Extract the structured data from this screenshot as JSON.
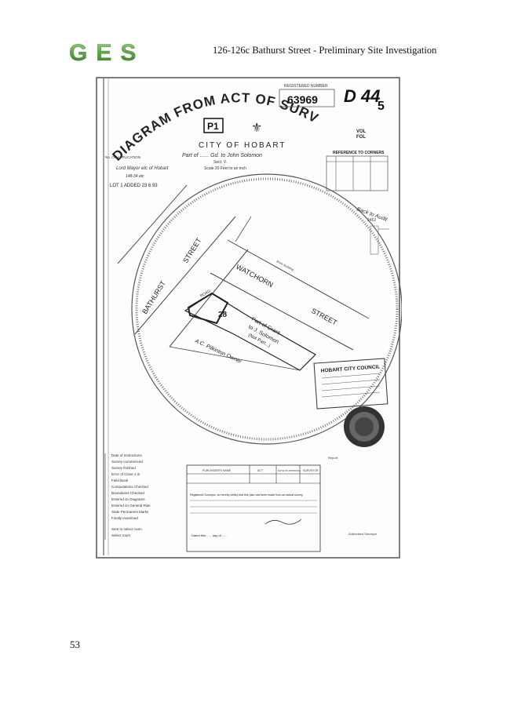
{
  "header": {
    "logo_text": "GES",
    "title": "126-126c Bathurst Street -  Preliminary Site Investigation"
  },
  "footer": {
    "page_number": "53"
  },
  "scan": {
    "heading": "DIAGRAM FROM ACT OF SURVEY",
    "registered_number_label": "REGISTERED NUMBER",
    "registered_number": "63969",
    "d_number": "D 44",
    "d_suffix": "5",
    "vol": "VOL",
    "fol": "FOL",
    "stamp": "P1",
    "city": "CITY OF HOBART",
    "part_of_line": "Part of ...... Gd. to John Solomon",
    "sect": "Sect. V.",
    "scale": "Scale 20 Feet to an inch",
    "reference_to_corners": "REFERENCE TO CORNERS",
    "application_label": "No. OF APPLICATION",
    "applicant": "Lord Mayor etc of Hobart",
    "app_number": "148-34 etc",
    "lot_note": "LOT 1  ADDED  23 6 93",
    "street_bathurst_1": "BATHURST",
    "street_bathurst_2": "STREET",
    "street_watchorn_1": "WATCHORN",
    "street_watchorn_2": "STREET",
    "road": "ROAD",
    "lot_number": "28",
    "parcel_text_1": "Part of Grant",
    "parcel_text_2": "to J. Solomon",
    "parcel_text_3": "(Not Part...)",
    "owner_text": "A.C. Pilkinton  Owner",
    "brick_building": "Brick Building",
    "margin_note": "Back to Audit",
    "hcc_stamp_title": "HOBART CITY COUNCIL",
    "table_headers": [
      "PURCHASER'S NAME",
      "ACT",
      "DATE OF APPROVAL",
      "SURVEYOR"
    ],
    "certificate": "Registered Surveyor, do hereby certify that this plan has been made from an actual survey",
    "surveyed_date": "Dated this ...... day of ......",
    "left_col_items": [
      "Date of Instructions",
      "Survey commenced",
      "Survey finished",
      "Error of Close 1 in",
      "Field Book",
      "Computations Checked",
      "Boundaries Checked",
      "Entered on Diagrams",
      "Entered on General Plan",
      "State Permanent Marks",
      "Finally examined",
      "Sent to select room",
      "Select room"
    ],
    "report_label": "Report",
    "bottom_right": "Authorised Surveyor"
  }
}
